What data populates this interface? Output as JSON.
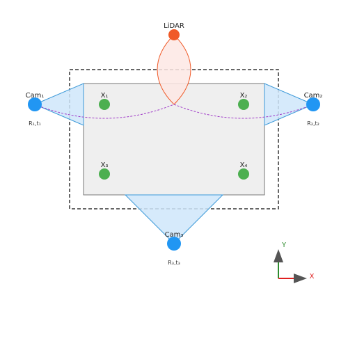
{
  "lidar": {
    "label": "LiDAR",
    "color": "#f05a28",
    "fov_fill": "#fde8e4"
  },
  "cameras": [
    {
      "label": "Cam₁",
      "pose": "R₁,t₁"
    },
    {
      "label": "Cam₂",
      "pose": "R₂,t₂"
    },
    {
      "label": "Cam₃",
      "pose": "R₃,t₃"
    }
  ],
  "camera_style": {
    "color": "#2196f3",
    "fov_fill": "#cfe6fa"
  },
  "targets": [
    {
      "label": "X₁"
    },
    {
      "label": "X₂"
    },
    {
      "label": "X₃"
    },
    {
      "label": "X₄"
    }
  ],
  "target_color": "#4caf50",
  "overlap_arc_color": "#a03cc8",
  "axes": {
    "y_label": "Y",
    "x_label": "X",
    "y_color": "#2e8b2e",
    "x_color": "#e02020"
  }
}
